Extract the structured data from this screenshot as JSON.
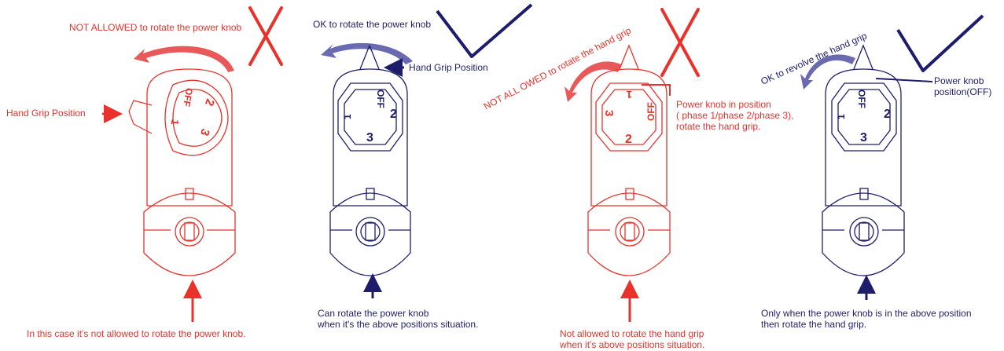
{
  "colors": {
    "red": "#e8322b",
    "navy": "#1d1d6b",
    "arrow_red": "#e85a5a",
    "arrow_blue": "#6a6ab0"
  },
  "panels": [
    {
      "status": "not-allowed",
      "action_label": "NOT ALLOWED to rotate the power knob",
      "side_label": "Hand Grip Position",
      "knob_marks": [
        "OFF",
        "2",
        "1",
        "3"
      ],
      "caption_lines": [
        "In this case it's not allowed to rotate the power knob."
      ]
    },
    {
      "status": "ok",
      "action_label": "OK to rotate the power knob",
      "side_label": "Hand Grip Position",
      "knob_marks": [
        "OFF",
        "2",
        "1",
        "3"
      ],
      "caption_lines": [
        "Can rotate the power knob",
        "when it's the above positions situation."
      ]
    },
    {
      "status": "not-allowed",
      "action_label": "NOT ALL OWED to rotate the hand grip",
      "side_label_lines": [
        "Power knob in position",
        "( phase 1/phase 2/phase 3),",
        "rotate the hand grip."
      ],
      "knob_marks": [
        "1",
        "OFF",
        "3",
        "2"
      ],
      "caption_lines": [
        "Not allowed to rotate the hand grip",
        "when it's above positions situation."
      ]
    },
    {
      "status": "ok",
      "action_label": "OK to revolve the hand grip",
      "side_label_lines": [
        "Power knob",
        "position(OFF)"
      ],
      "knob_marks": [
        "OFF",
        "2",
        "1",
        "3"
      ],
      "caption_lines": [
        "Only when the power knob is in the above position",
        "then rotate the hand grip."
      ]
    }
  ]
}
